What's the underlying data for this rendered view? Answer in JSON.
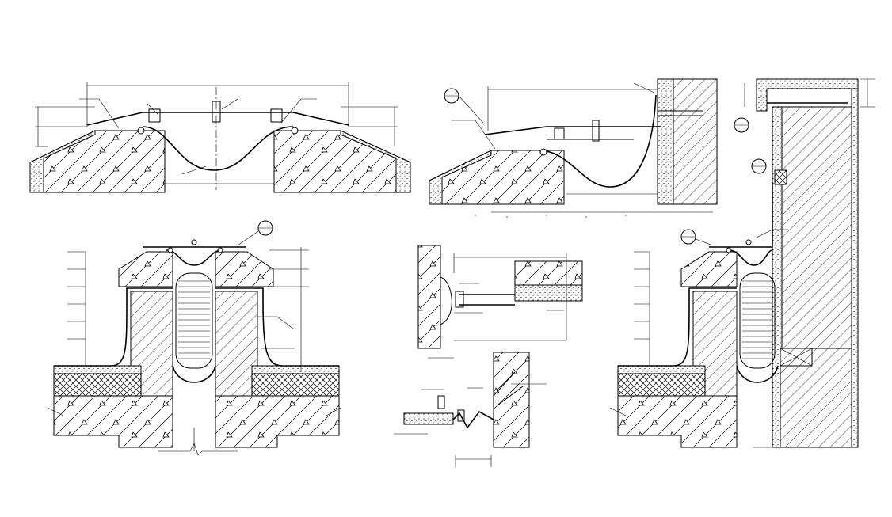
{
  "drawing": {
    "background": "#ffffff",
    "line_color": "#000000"
  },
  "details": [
    {
      "name": "roof-expansion-joint-cover-section"
    },
    {
      "name": "roof-to-wall-expansion-joint-section"
    },
    {
      "name": "raised-curb-expansion-joint-section"
    },
    {
      "name": "wall-corner-joint-plan-detail"
    },
    {
      "name": "floor-edge-joint-detail"
    },
    {
      "name": "curb-to-wall-expansion-joint-section"
    }
  ]
}
